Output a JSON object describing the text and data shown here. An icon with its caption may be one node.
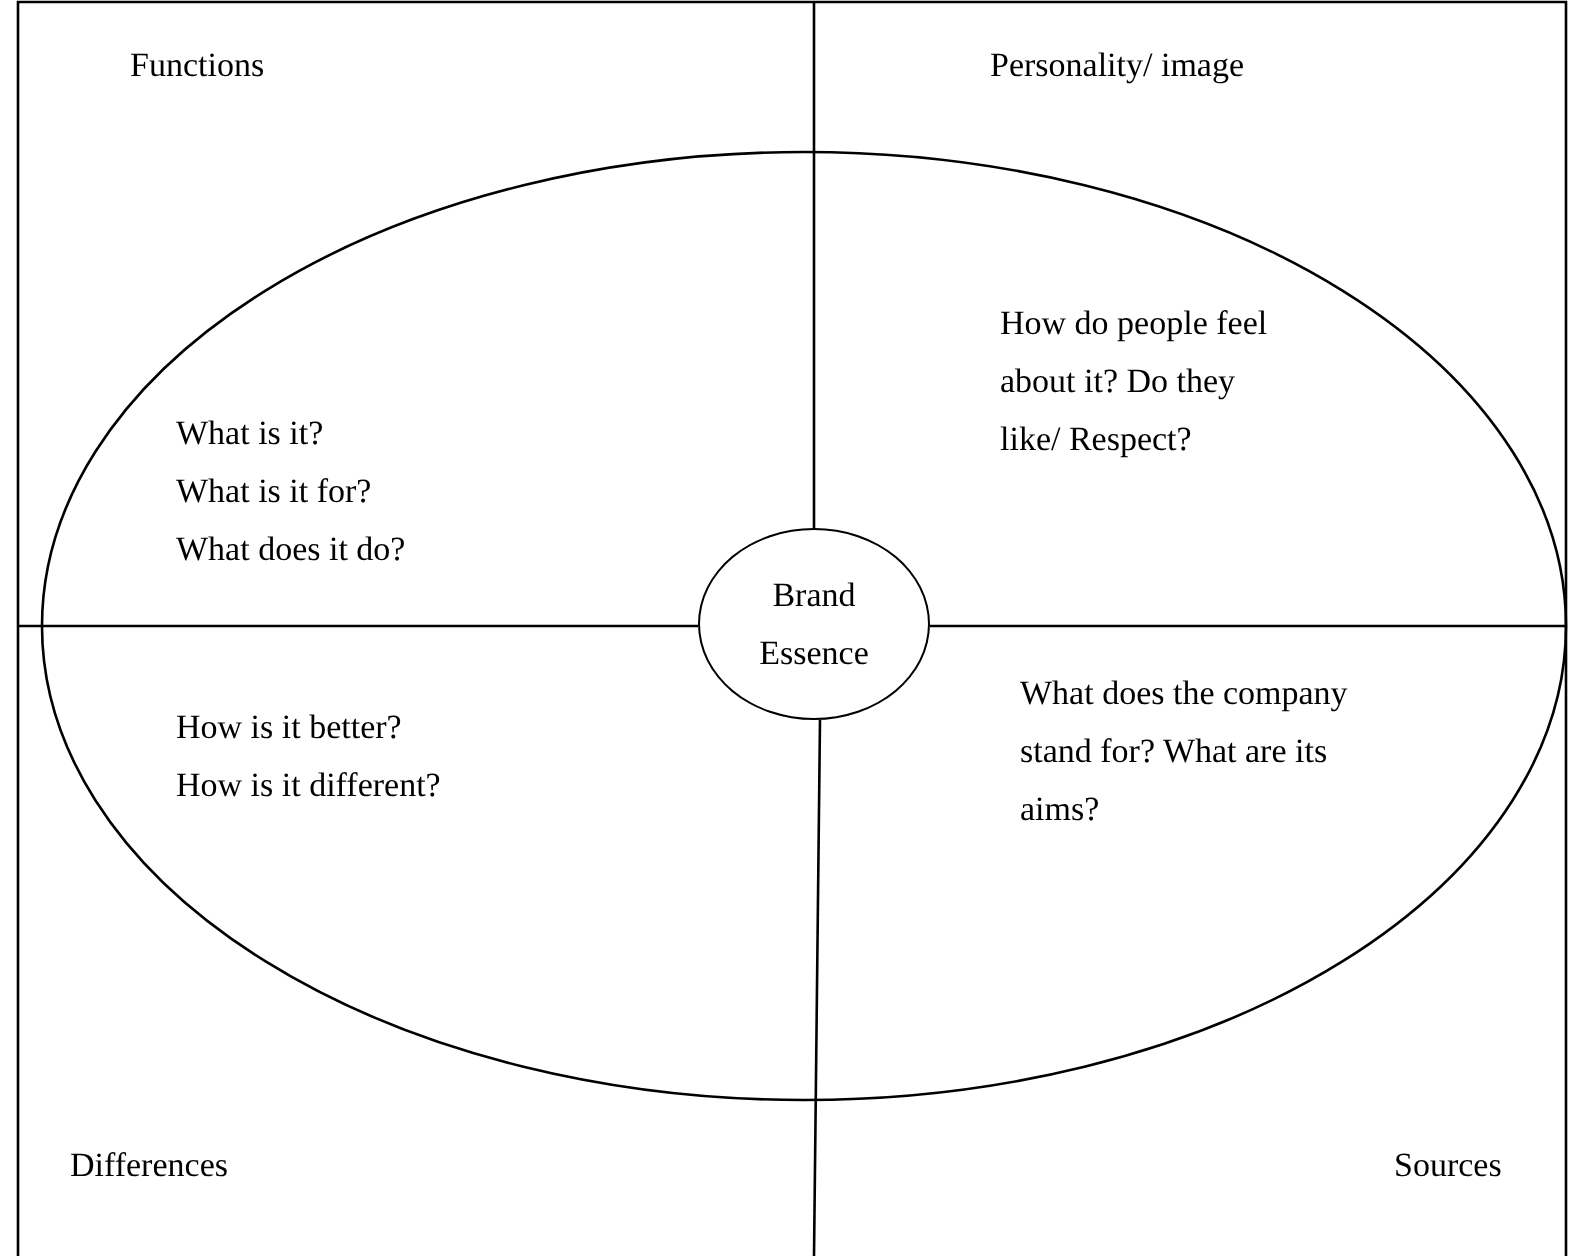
{
  "diagram": {
    "nodes": [
      {
        "text": [
          "Brand Essence"
        ]
      }
    ],
    "labels": [
      "Functions",
      "Personality/ image",
      "What is it?",
      "What is it for?",
      "What does it do?",
      "How do people feel about it? Do they like/ Respect?",
      "How is it better?",
      "How is it different?",
      "What does the company stand for? What are its aims?",
      "Differences",
      "Sources"
    ]
  }
}
